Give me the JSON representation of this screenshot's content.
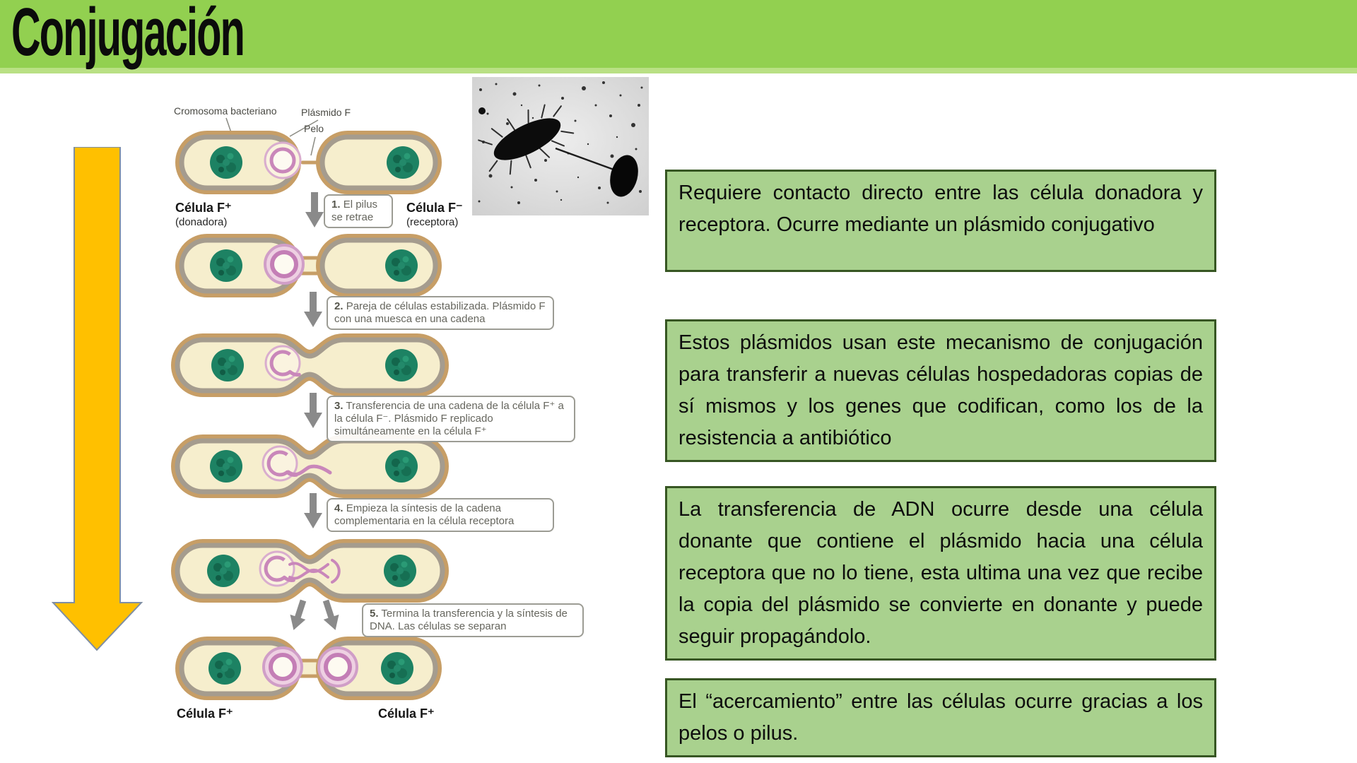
{
  "colors": {
    "header_green": "#92d050",
    "header_strip": "#b9e084",
    "note_fill": "#a9d18e",
    "note_border": "#375623",
    "arrow_gold": "#ffc000",
    "plasmid_pink": "#c987ba",
    "chromosome_green": "#1d8263",
    "gray_arrow": "#8a8a8a"
  },
  "header": {
    "title": "Conjugación"
  },
  "diagram": {
    "top_labels": {
      "cromosoma": "Cromosoma bacteriano",
      "plasmido": "Plásmido F",
      "pelo": "Pelo"
    },
    "cell_labels": {
      "donor_title": "Célula F⁺",
      "donor_sub": "(donadora)",
      "recipient_title": "Célula F⁻",
      "recipient_sub": "(receptora)",
      "final_left": "Célula F⁺",
      "final_right": "Célula F⁺"
    },
    "steps": [
      {
        "num": "1.",
        "text": "El pilus se retrae"
      },
      {
        "num": "2.",
        "text": "Pareja de células estabilizada. Plásmido F con una muesca en una cadena"
      },
      {
        "num": "3.",
        "text": "Transferencia de una cadena de la célula F⁺ a la célula F⁻. Plásmido F replicado simultáneamente en la célula F⁺"
      },
      {
        "num": "4.",
        "text": "Empieza la síntesis de la cadena complementaria en la célula receptora"
      },
      {
        "num": "5.",
        "text": "Termina la transferencia y la síntesis de DNA. Las células se separan"
      }
    ]
  },
  "notes": [
    {
      "text": "Requiere contacto directo entre las célula donadora y receptora. Ocurre mediante un plásmido conjugativo"
    },
    {
      "text": "Estos plásmidos usan este mecanismo de conjugación para transferir a nuevas células hospedadoras copias de sí mismos y los genes que codifican, como los de la resistencia a antibiótico"
    },
    {
      "text": "La transferencia de ADN ocurre desde una célula donante que contiene el plásmido hacia una célula receptora que no lo tiene, esta ultima una vez que recibe la copia del plásmido se convierte en donante y puede seguir propagándolo."
    },
    {
      "text": "El “acercamiento” entre las células ocurre gracias a los pelos o pilus."
    }
  ]
}
